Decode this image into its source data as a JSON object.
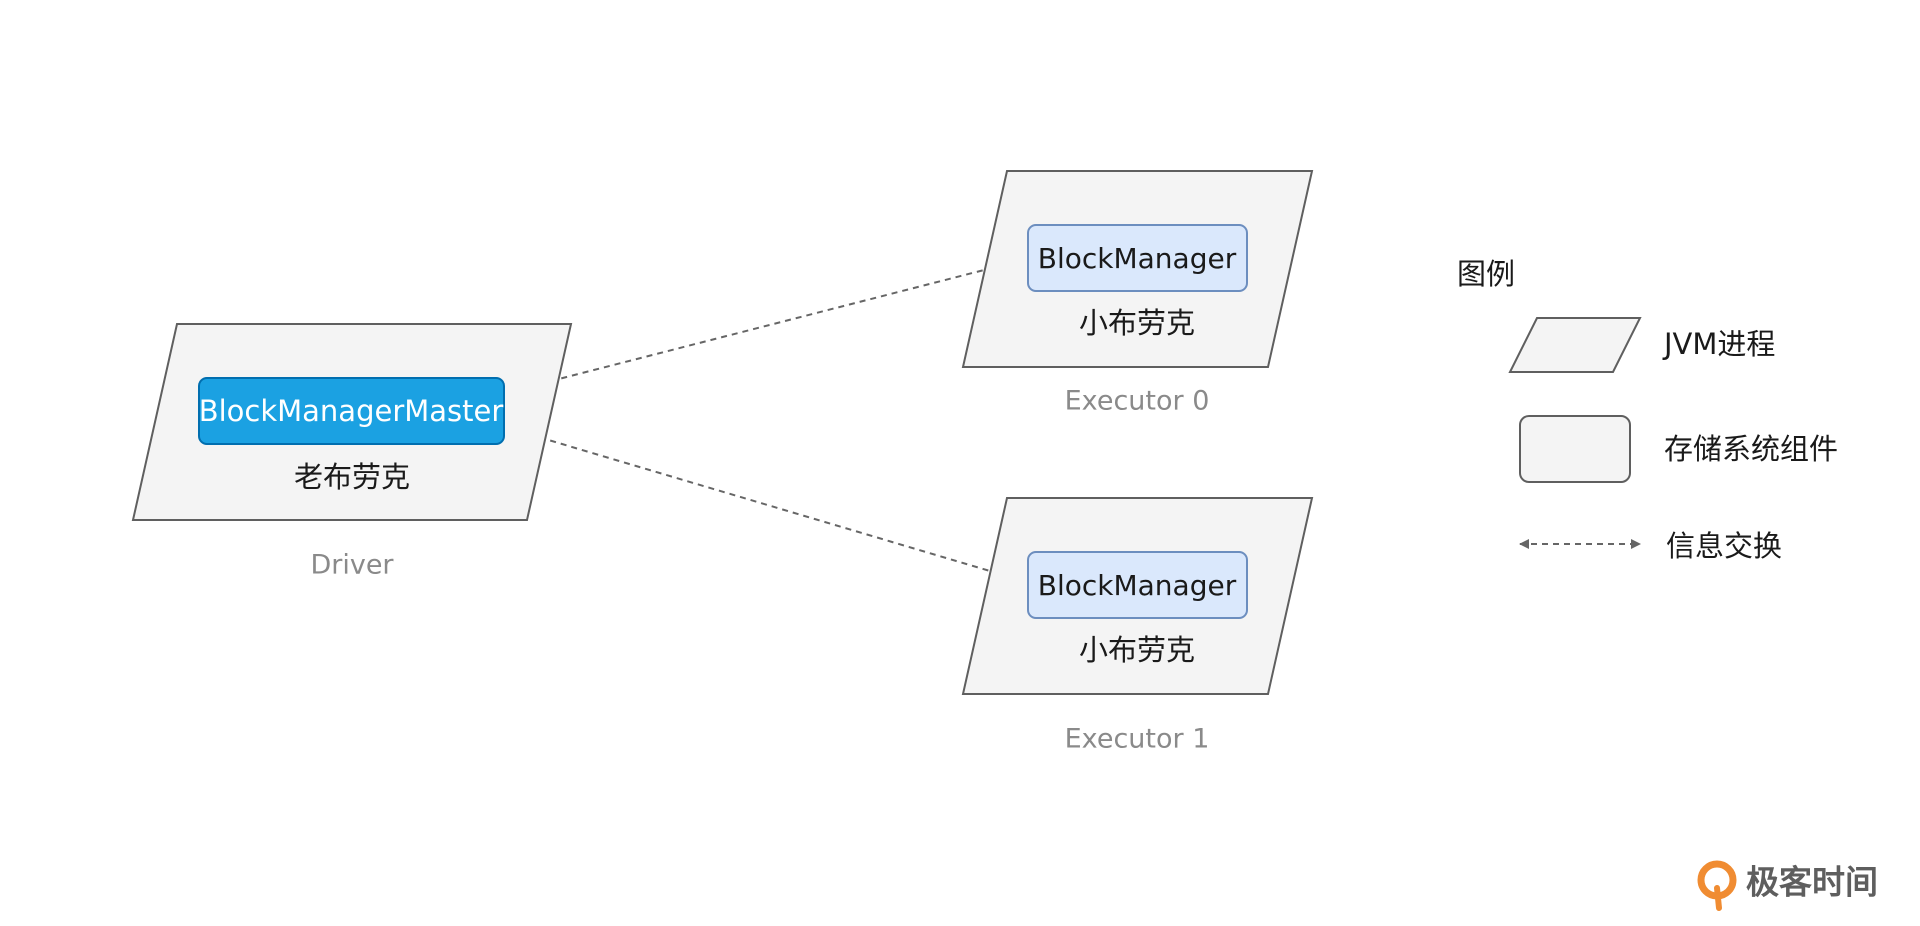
{
  "driver": {
    "component_label": "BlockManagerMaster",
    "nickname": "老布劳克",
    "caption": "Driver"
  },
  "executors": [
    {
      "component_label": "BlockManager",
      "nickname": "小布劳克",
      "caption": "Executor 0"
    },
    {
      "component_label": "BlockManager",
      "nickname": "小布劳克",
      "caption": "Executor 1"
    }
  ],
  "legend": {
    "title": "图例",
    "items": [
      {
        "icon": "parallelogram-icon",
        "label": "JVM进程"
      },
      {
        "icon": "rounded-rect-icon",
        "label": "存储系统组件"
      },
      {
        "icon": "double-arrow-icon",
        "label": "信息交换"
      }
    ]
  },
  "watermark": {
    "brand": "极客时间"
  },
  "colors": {
    "process_fill": "#f4f4f4",
    "process_stroke": "#5f5f5f",
    "master_fill": "#1ba1e2",
    "master_stroke": "#006eaf",
    "manager_fill": "#dae8fc",
    "manager_stroke": "#6c8ebf",
    "arrow": "#666666",
    "brand_orange": "#f08c32"
  }
}
